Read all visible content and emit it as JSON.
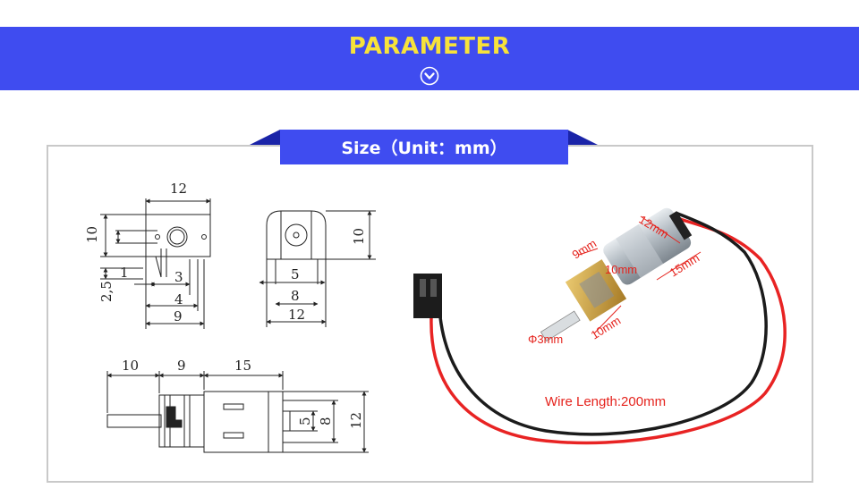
{
  "header": {
    "title": "PARAMETER",
    "icon": "chevron-down-circle-icon",
    "background_color": "#3f4cf0",
    "title_color": "#f7e23a"
  },
  "size_tab": {
    "label": "Size（Unit：mm）"
  },
  "front_view": {
    "width": "12",
    "height": "10",
    "offset_2_5": "2,5",
    "offset_1": "1",
    "dim_3": "3",
    "dim_4": "4",
    "dim_9": "9"
  },
  "end_view": {
    "dim_5": "5",
    "dim_8": "8",
    "dim_12": "12",
    "height": "10"
  },
  "side_view": {
    "shaft": "10",
    "gearbox": "9",
    "motor": "15",
    "dim_5": "5",
    "dim_8": "8",
    "dim_12": "12"
  },
  "photo": {
    "label_12mm": "12mm",
    "label_9mm": "9mm",
    "label_10mm_top": "10mm",
    "label_15mm": "15mm",
    "label_10mm_bottom": "10mm",
    "label_shaft": "Φ3mm",
    "wire_length": "Wire Length:200mm",
    "label_color": "#e5231d"
  }
}
